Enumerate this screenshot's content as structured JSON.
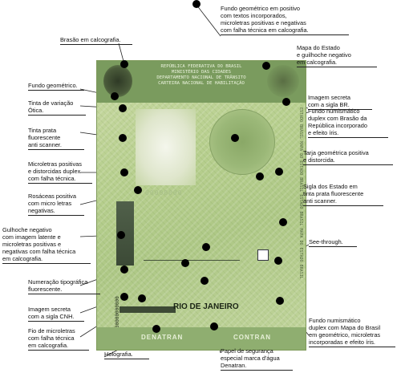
{
  "labels": {
    "fundo_geometrico_positivo": "Fundo geométrico em positivo\ncom textos incorporados,\nmicroletras positivas e negativas\ncom falha técnica em calcografia.",
    "brasao": "Brasão em calcografia.",
    "mapa_estado": "Mapa do Estado\ne guilhoche negativo\nem calcografia.",
    "fundo_geometrico": "Fundo geométrico.",
    "imagem_secreta_br": "Imagem secreta\ncom a sigla BR.",
    "tinta_variacao": "Tinta de variação\nÓtica.",
    "fundo_numismatico_duplex": "Fundo numismático\nduplex com Brasão da\nRepública incorporado\ne efeito íris.",
    "tinta_prata": "Tinta prata\nfluorescente\nanti scanner.",
    "tarja_geometrica": "Tarja geométrica positiva\ne distorcida.",
    "microletras_duplex": "Microletras positivas\ne distorcidas duplex\ncom falha técnica.",
    "sigla_estado": "Sigla dos Estado em\ntinta prata fluorescente\nanti scanner.",
    "rosaceas": "Rosáceas positiva\ncom micro letras\nnegativas.",
    "guilhoche_negativo": "Gulhoche negativo\ncom imagem latente e\nmicroletras positivas e\nnegativas com falha técnica\nem calcografia.",
    "see_through": "See-through.",
    "numeracao": "Numeração tipográfica\nfluorescente.",
    "imagem_secreta_cnh": "Imagem secreta\ncom a sigla CNH.",
    "fio_microletras": "Fio de microletras\ncom falha técnica\nem calcografia.",
    "fundo_numismatico_mapa": "Fundo numismático\nduplex com Mapa do Brasil\nem geométrico, microletras\nincorporadas e efeito íris.",
    "holografia": "Holografia.",
    "papel_seguranca": "Papel de segurança\nespecial marca d'água\nDenatran."
  },
  "document": {
    "header": "REPÚBLICA FEDERATIVA DO BRASIL\nMINISTÉRIO DAS CIDADES\nDEPARTAMENTO NACIONAL DE TRÂNSITO\nCARTEIRA NACIONAL DE HABILITAÇÃO",
    "state": "RIO DE JANEIRO",
    "footer_left": "DENATRAN",
    "footer_right": "CONTRAN",
    "zeros": "00000000",
    "microtext": "ESTADO BRASIL MAPA DO ESTADO BRASIL ESTADO BRASIL MAPA DO ESTADO BRASIL",
    "number": "00000000000"
  }
}
